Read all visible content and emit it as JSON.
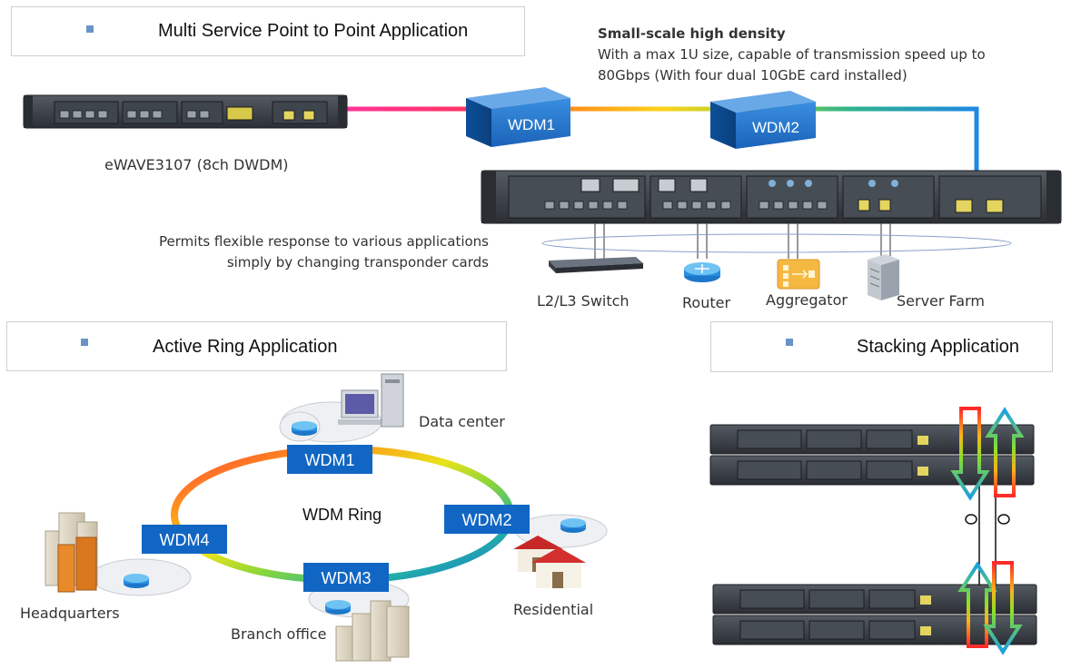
{
  "sections": {
    "p2p": {
      "title": "Multi Service Point to Point Application"
    },
    "ring": {
      "title": "Active Ring Application"
    },
    "stacking": {
      "title": "Stacking Application"
    }
  },
  "p2p": {
    "device_label": "eWAVE3107 (8ch DWDM)",
    "wdm1": "WDM1",
    "wdm2": "WDM2",
    "highlight_title": "Small-scale high density",
    "highlight_line1": "With a max 1U size, capable of transmission speed up to",
    "highlight_line2": "80Gbps (With four dual 10GbE card installed)",
    "flex_line1": "Permits flexible response to various applications",
    "flex_line2": "simply by changing transponder cards",
    "clients": {
      "switch": "L2/L3 Switch",
      "router": "Router",
      "aggregator": "Aggregator",
      "server": "Server Farm"
    }
  },
  "ring": {
    "center_label": "WDM Ring",
    "nodes": {
      "wdm1": "WDM1",
      "wdm2": "WDM2",
      "wdm3": "WDM3",
      "wdm4": "WDM4"
    },
    "sites": {
      "datacenter": "Data center",
      "residential": "Residential",
      "branch": "Branch office",
      "hq": "Headquarters"
    }
  },
  "colors": {
    "wdm_blue": "#1166c4",
    "bullet": "#6a94c8",
    "chassis": "#3a3e44"
  }
}
